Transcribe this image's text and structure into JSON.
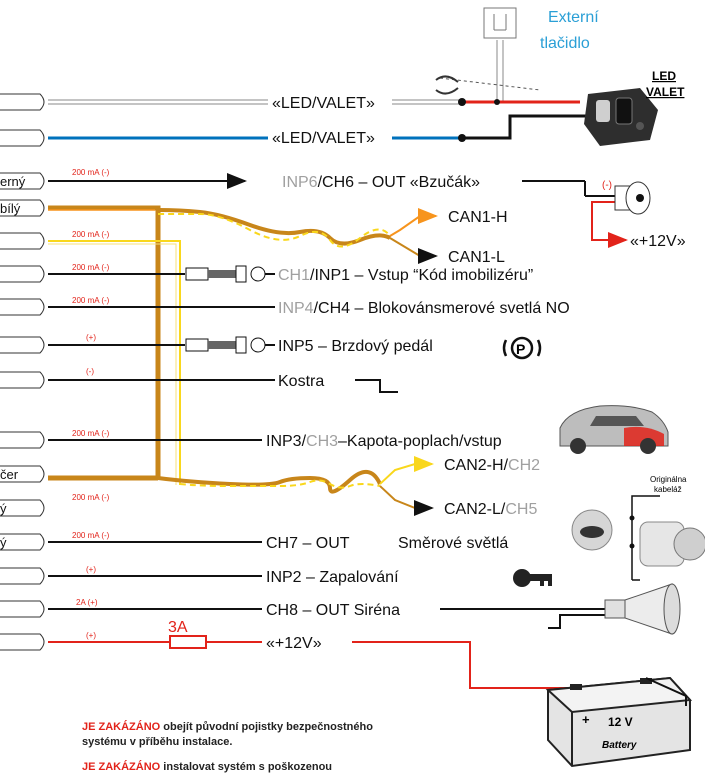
{
  "external_button": {
    "line1": "Externí",
    "line2": "tlačidlo"
  },
  "led_valet_device": {
    "line1": "LED",
    "line2": "VALET"
  },
  "wire_tags": [
    {
      "text": ""
    },
    {
      "text": ""
    },
    {
      "text": "erný"
    },
    {
      "text": "bílý"
    },
    {
      "text": ""
    },
    {
      "text": ""
    },
    {
      "text": ""
    },
    {
      "text": ""
    },
    {
      "text": ""
    },
    {
      "text": ""
    },
    {
      "text": "čer"
    },
    {
      "text": "ý"
    },
    {
      "text": "ý"
    },
    {
      "text": ""
    },
    {
      "text": ""
    },
    {
      "text": ""
    }
  ],
  "current_labels": [
    "200 mA (-)",
    "200 mA (-)",
    "200 mA (-)",
    "200 mA (-)",
    "(+)",
    "(-)",
    "200 mA (-)",
    "200 mA (-)",
    "200 mA (-)",
    "(+)",
    "2A (+)",
    "(+)"
  ],
  "connections": {
    "led1": "«LED/VALET»",
    "led2": "«LED/VALET»",
    "inp6_grey": "INP6",
    "inp6_rest": "/CH6 – OUT «Bzučák»",
    "can1h": "CAN1-H",
    "can1l": "CAN1-L",
    "ch1_grey": "CH1",
    "ch1_rest": "/INP1 – Vstup “Kód imobilizéru”",
    "inp4_grey": "INP4",
    "inp4_rest": "/CH4 – Blokovánsmerové svetlá NO",
    "inp5": "INP5 – Brzdový pedál",
    "kostra": "Kostra",
    "inp3_a": "INP3/",
    "inp3_grey": "CH3",
    "inp3_b": "–Kapota-poplach/vstup",
    "can2h_a": "CAN2-H/",
    "can2h_grey": "CH2",
    "can2l_a": "CAN2-L/",
    "can2l_grey": "CH5",
    "ch7": "CH7 – OUT",
    "smerove": "Směrové světlá",
    "inp2": "INP2 – Zapalování",
    "ch8": "CH8 – OUT Siréna",
    "plus12": "«+12V»"
  },
  "buzzer": {
    "polarity": "(-)",
    "supply": "«+12V»"
  },
  "fuse_label": "3A",
  "parking_icon": "P",
  "original_harness": {
    "line1": "Originálna",
    "line2": "kabeláž"
  },
  "battery": {
    "voltage": "12 V",
    "label": "Battery"
  },
  "notes": [
    {
      "warn": "JE ZAKÁZÁNO",
      "text": " obejít původní pojistky bezpečnostného",
      "line2": "systému v příběhu instalace."
    },
    {
      "warn": "JE ZAKÁZÁNO",
      "text": " instalovat systém s poškozenou"
    }
  ],
  "colors": {
    "red": "#e2231a",
    "orange": "#f7941d",
    "yellow": "#f9d71c",
    "blue": "#0072bc",
    "brown": "#c8861a"
  }
}
